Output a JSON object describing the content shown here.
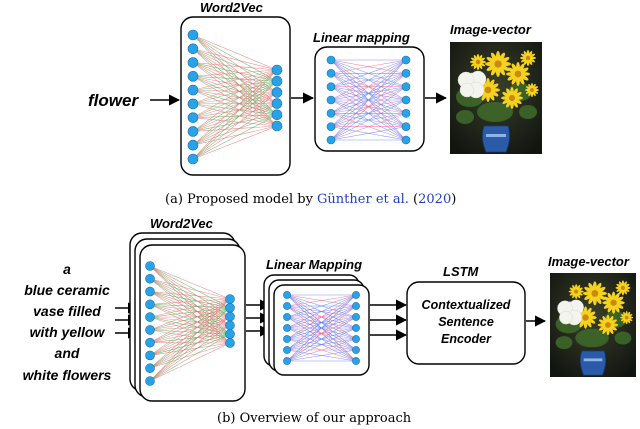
{
  "top": {
    "input_word": "flower",
    "word2vec_title": "Word2Vec",
    "linear_title": "Linear mapping",
    "image_title": "Image-vector",
    "caption": {
      "prefix": "(a) Proposed model by ",
      "author": "Günther et al.",
      "open": " (",
      "year": "2020",
      "close": ")"
    }
  },
  "bottom": {
    "input_lines": [
      "a",
      "blue ceramic",
      "vase filled",
      "with yellow",
      "and",
      "white flowers"
    ],
    "word2vec_title": "Word2Vec",
    "linear_title": "Linear Mapping",
    "lstm_title": "LSTM",
    "encoder_lines": [
      "Contextualized",
      "Sentence",
      "Encoder"
    ],
    "image_title": "Image-vector",
    "caption": "(b) Overview of our approach"
  },
  "colors": {
    "node": "#29a3e8",
    "node_stroke": "#1a6fb0",
    "edge_red": "#e57373",
    "edge_green": "#4caf50",
    "edge_blue": "#5c7cfa",
    "edge_pink": "#f06292",
    "link": "#1f3fbf"
  },
  "icons": {
    "image": "flower-vase-photo"
  }
}
